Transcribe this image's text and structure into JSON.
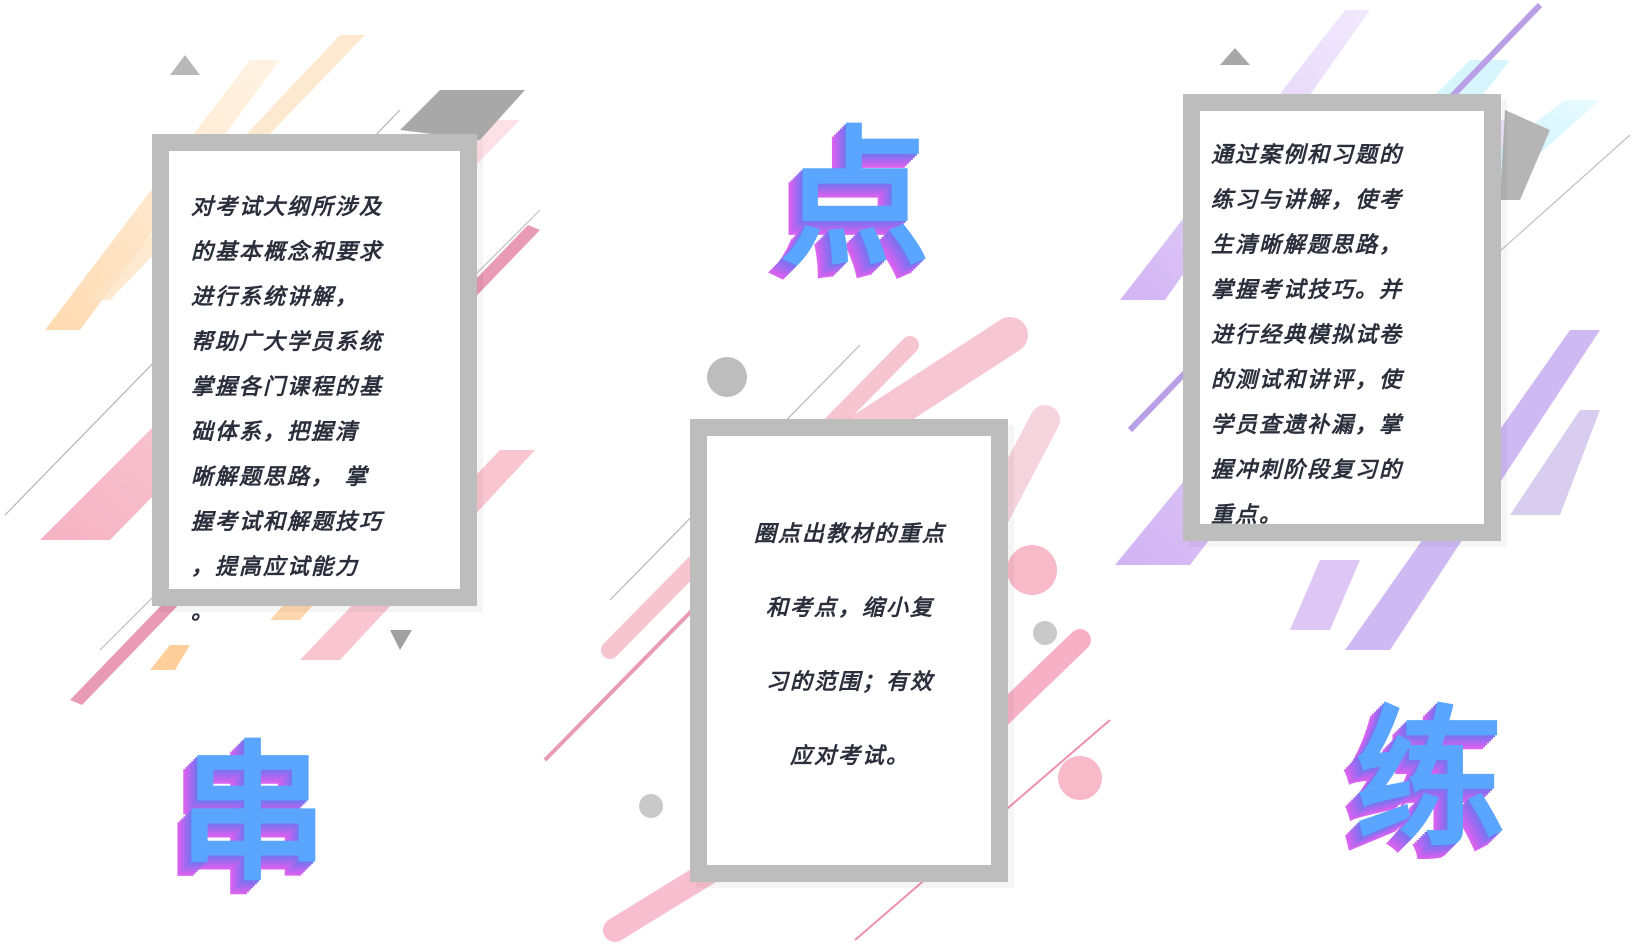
{
  "big_characters": {
    "dian": "点",
    "chuan": "串",
    "lian": "练"
  },
  "cards": {
    "left": {
      "text": "对考试大纲所涉及\n的基本概念和要求\n进行系统讲解，\n帮助广大学员系统\n掌握各门课程的基\n础体系，把握清\n晰解题思路，  掌\n握考试和解题技巧\n，提高应试能力\n。"
    },
    "middle": {
      "text": "圈点出教材的重点\n和考点，缩小复\n习的范围；有效\n应对考试。"
    },
    "right": {
      "text": "通过案例和习题的\n练习与讲解，使考\n生清晰解题思路，\n掌握考试技巧。并\n进行经典模拟试卷\n的测试和讲评，使\n学员查遗补漏，掌\n握冲刺阶段复习的\n重点。"
    }
  },
  "colors": {
    "card_border": "#bdbdbd",
    "text": "#2b2f3b",
    "char_face": "#5aa6ff",
    "char_side": "#d964ef",
    "pink": "#f48fb1",
    "orange": "#ffcc99",
    "purple": "#c9a6f0",
    "grey": "#bdbdbd"
  }
}
